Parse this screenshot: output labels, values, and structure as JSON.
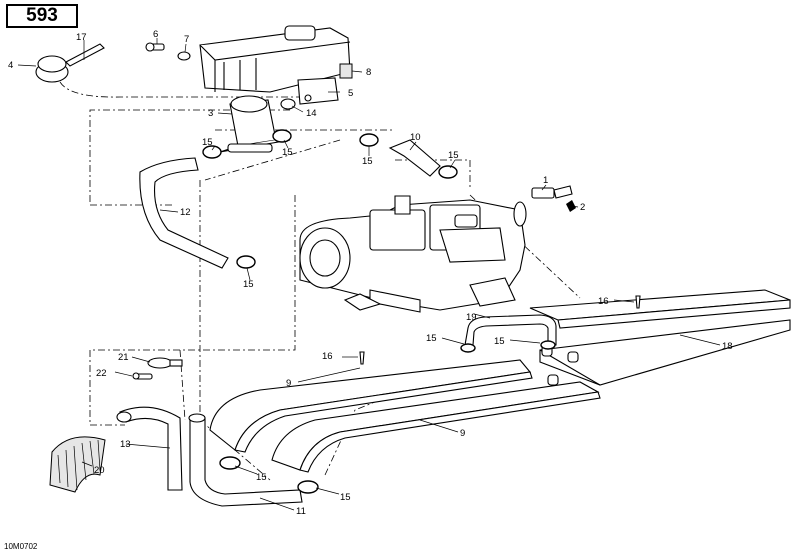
{
  "page_number": "593",
  "document_id": "10M0702",
  "callouts": [
    {
      "id": "c1",
      "label": "1"
    },
    {
      "id": "c2",
      "label": "2"
    },
    {
      "id": "c3",
      "label": "3"
    },
    {
      "id": "c4",
      "label": "4"
    },
    {
      "id": "c5",
      "label": "5"
    },
    {
      "id": "c6",
      "label": "6"
    },
    {
      "id": "c7",
      "label": "7"
    },
    {
      "id": "c8",
      "label": "8"
    },
    {
      "id": "c9a",
      "label": "9"
    },
    {
      "id": "c9b",
      "label": "9"
    },
    {
      "id": "c10",
      "label": "10"
    },
    {
      "id": "c11",
      "label": "11"
    },
    {
      "id": "c12",
      "label": "12"
    },
    {
      "id": "c13",
      "label": "13"
    },
    {
      "id": "c14",
      "label": "14"
    },
    {
      "id": "c15a",
      "label": "15"
    },
    {
      "id": "c15b",
      "label": "15"
    },
    {
      "id": "c15c",
      "label": "15"
    },
    {
      "id": "c15d",
      "label": "15"
    },
    {
      "id": "c15e",
      "label": "15"
    },
    {
      "id": "c15f",
      "label": "15"
    },
    {
      "id": "c15g",
      "label": "15"
    },
    {
      "id": "c15h",
      "label": "15"
    },
    {
      "id": "c15i",
      "label": "15"
    },
    {
      "id": "c16a",
      "label": "16"
    },
    {
      "id": "c16b",
      "label": "16"
    },
    {
      "id": "c17",
      "label": "17"
    },
    {
      "id": "c18",
      "label": "18"
    },
    {
      "id": "c19",
      "label": "19"
    },
    {
      "id": "c20",
      "label": "20"
    },
    {
      "id": "c21",
      "label": "21"
    },
    {
      "id": "c22",
      "label": "22"
    }
  ]
}
